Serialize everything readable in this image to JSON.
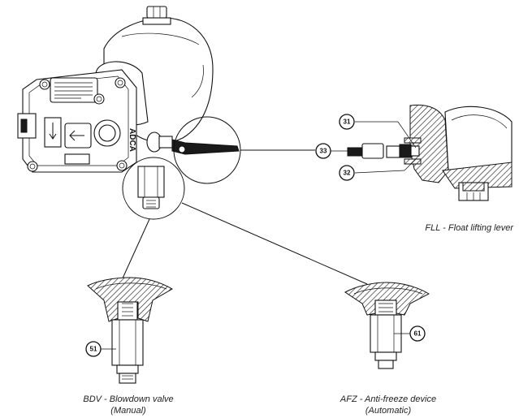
{
  "captions": {
    "fll": "FLL - Float lifting lever",
    "bdv_line1": "BDV - Blowdown valve",
    "bdv_line2": "(Manual)",
    "afz_line1": "AFZ - Anti-freeze device",
    "afz_line2": "(Automatic)"
  },
  "callouts": {
    "c31": "31",
    "c32": "32",
    "c33": "33",
    "c51": "51",
    "c61": "61"
  },
  "trap_labels": {
    "brand": "ADCA"
  },
  "colors": {
    "line": "#111111",
    "background": "#ffffff"
  }
}
